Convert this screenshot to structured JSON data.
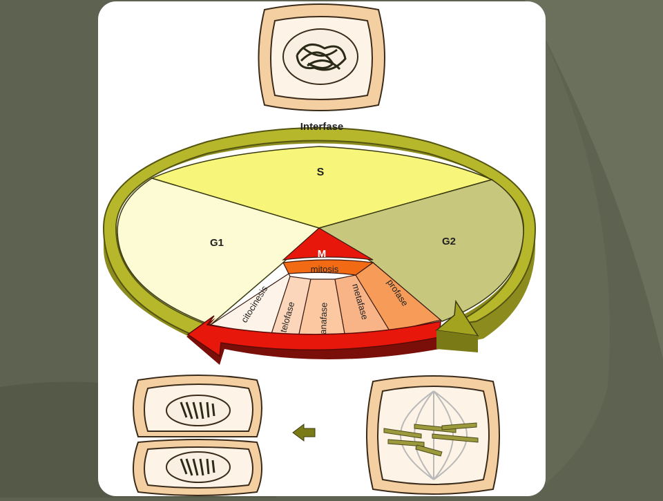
{
  "diagram": {
    "ring_label": "Interfase",
    "phases": {
      "s": "S",
      "g1": "G1",
      "g2": "G2",
      "m": "M"
    },
    "mitosis_label": "mitosis",
    "subphases": {
      "citocinesis": "citocinesis",
      "telofase": "telofase",
      "anafase": "anafase",
      "metafase": "metafase",
      "profase": "profase"
    }
  },
  "colors": {
    "background": "#5d6251",
    "panel": "#ffffff",
    "ring": "#b7b72c",
    "ring_side": "#8c8c1e",
    "s_phase": "#f7f57a",
    "g1_phase": "#fdfbd4",
    "g2_phase": "#c8c77e",
    "m_phase": "#e8170b",
    "mitosis_band": "#f26b14",
    "mitosis_arrow": "#e8170b",
    "cell_wall": "#f4cfa2",
    "chromosome": "#9c9a3c"
  }
}
